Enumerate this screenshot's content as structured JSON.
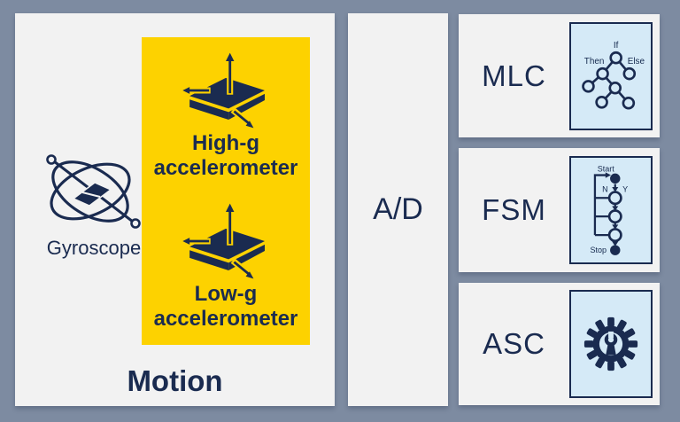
{
  "colors": {
    "background": "#7d8ba1",
    "panel": "#f2f2f2",
    "accent_yellow": "#fdd200",
    "navy": "#1a2b50",
    "icon_panel_blue": "#d5eaf7"
  },
  "motion_panel": {
    "title": "Motion",
    "gyroscope": {
      "label": "Gyroscope",
      "icon": "gyroscope-icon"
    },
    "accelerometer_group": {
      "items": [
        {
          "line1": "High-g",
          "line2": "accelerometer",
          "icon": "accelerometer-3d-icon"
        },
        {
          "line1": "Low-g",
          "line2": "accelerometer",
          "icon": "accelerometer-3d-icon"
        }
      ]
    }
  },
  "ad_block": {
    "label": "A/D"
  },
  "output_blocks": [
    {
      "label": "MLC",
      "icon": "decision-tree-icon",
      "tree_labels": {
        "if": "If",
        "then": "Then",
        "else": "Else"
      }
    },
    {
      "label": "FSM",
      "icon": "state-machine-icon",
      "flow_labels": {
        "start": "Start",
        "stop": "Stop",
        "no": "N",
        "yes": "Y"
      }
    },
    {
      "label": "ASC",
      "icon": "gear-wrench-icon"
    }
  ]
}
